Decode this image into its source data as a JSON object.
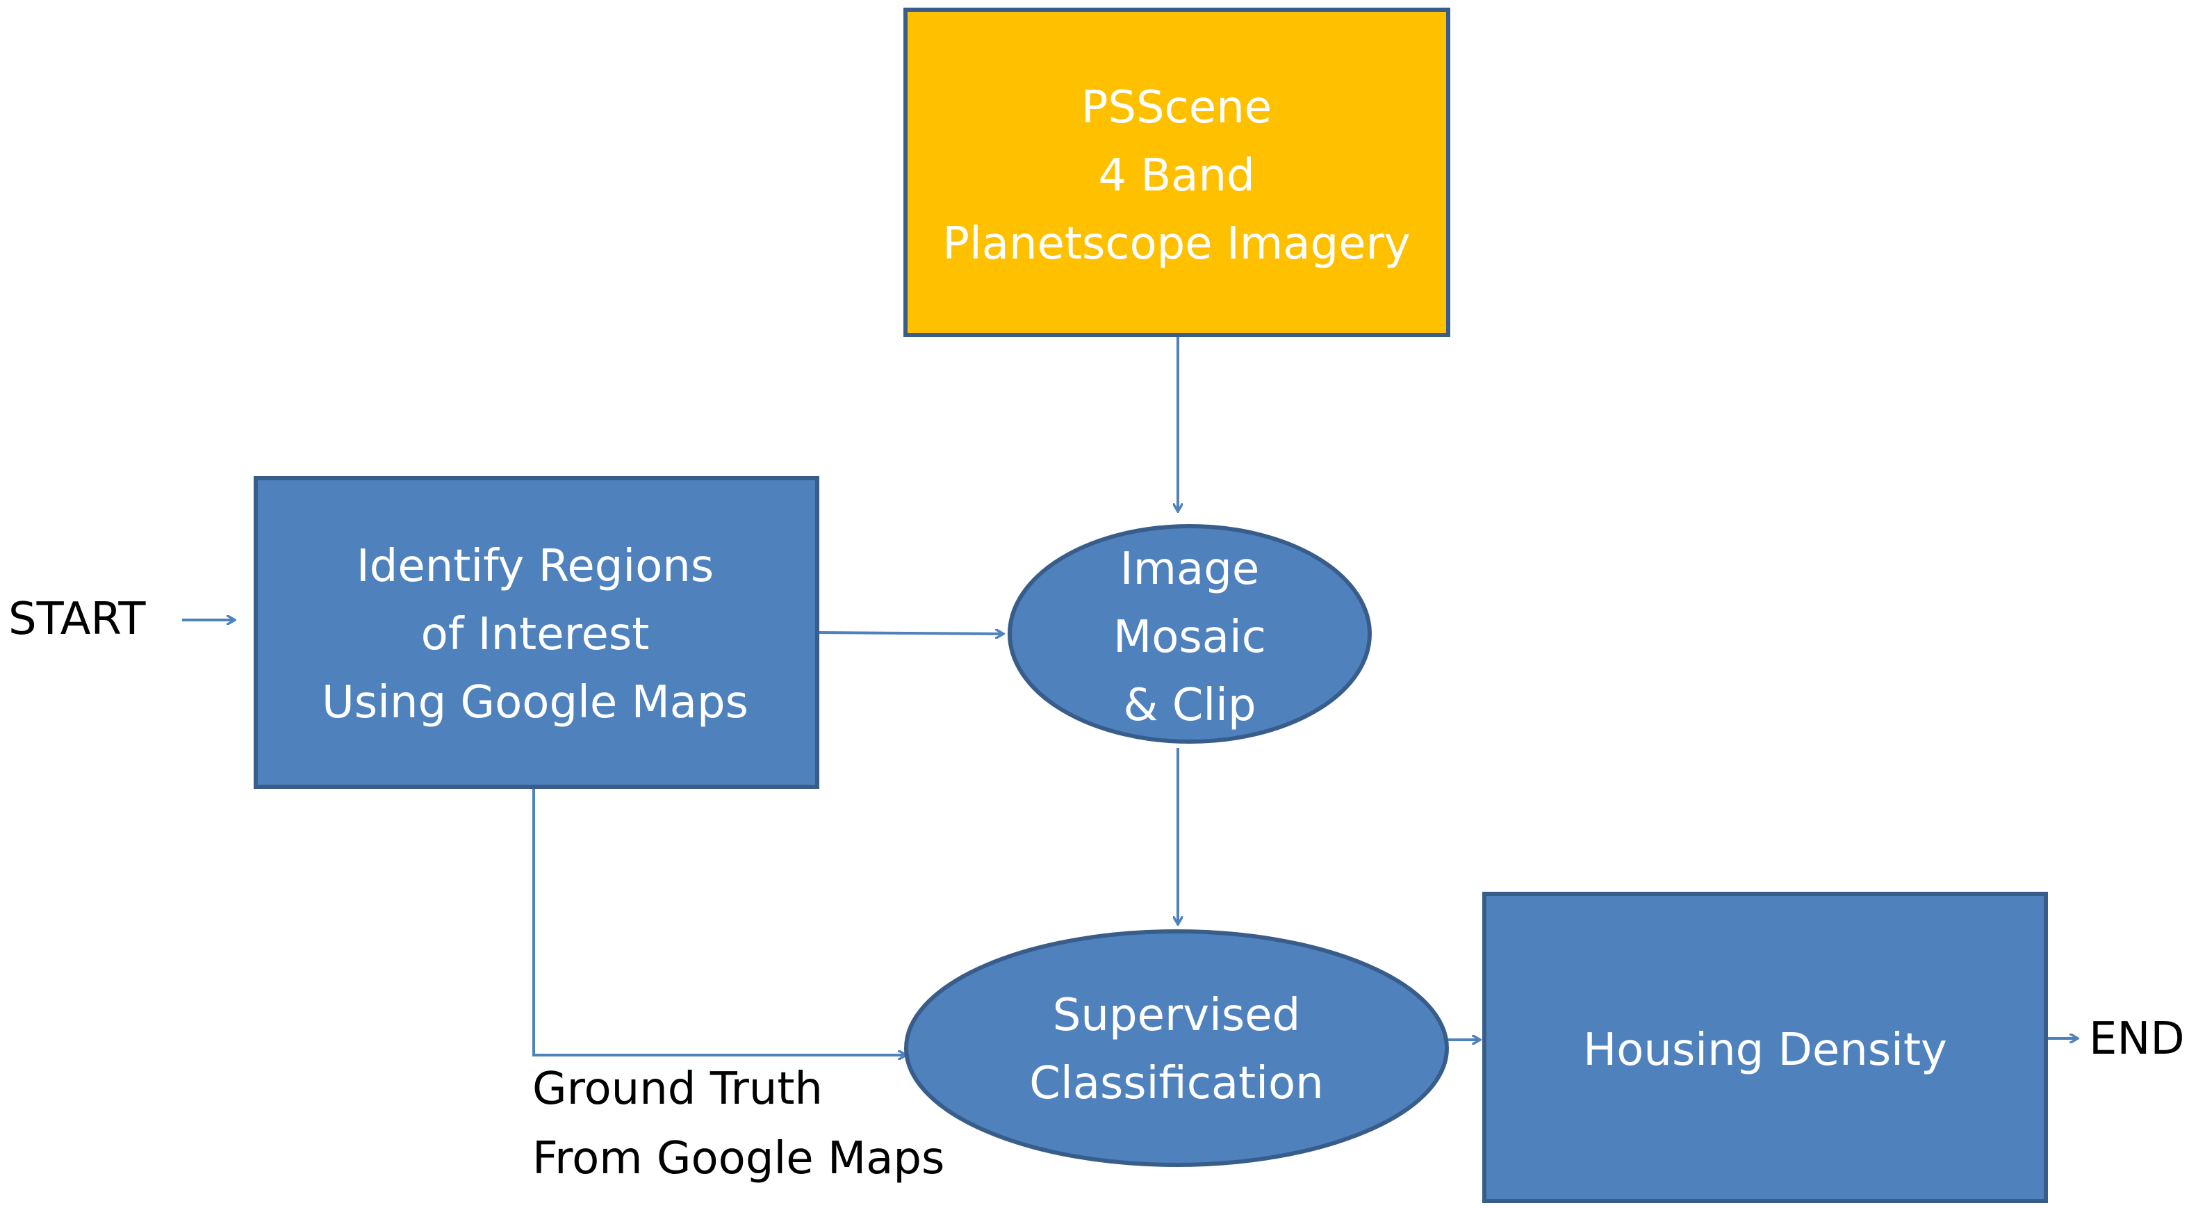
{
  "colors": {
    "background": "#ffffff",
    "blue_fill": "#4f81bd",
    "blue_stroke": "#385d8a",
    "yellow_fill": "#ffc000",
    "yellow_stroke": "#385d8a",
    "arrow": "#4f81bd",
    "node_text": "#ffffff",
    "label_text": "#000000"
  },
  "nodes": {
    "psscene": {
      "shape": "rectangle",
      "lines": [
        "PSScene",
        "4 Band",
        "Planetscope Imagery"
      ]
    },
    "identify": {
      "shape": "rectangle",
      "lines": [
        "Identify Regions",
        "of Interest",
        "Using Google Maps"
      ]
    },
    "mosaic": {
      "shape": "ellipse",
      "lines": [
        "Image",
        "Mosaic",
        "& Clip"
      ]
    },
    "supervised": {
      "shape": "ellipse",
      "lines": [
        "Supervised",
        "Classification"
      ]
    },
    "housing": {
      "shape": "rectangle",
      "lines": [
        "Housing Density"
      ]
    }
  },
  "labels": {
    "start": "START",
    "end": "END",
    "ground_truth": [
      "Ground Truth",
      "From Google Maps"
    ]
  },
  "edges": [
    {
      "from": "start",
      "to": "identify"
    },
    {
      "from": "psscene",
      "to": "mosaic"
    },
    {
      "from": "identify",
      "to": "mosaic"
    },
    {
      "from": "mosaic",
      "to": "supervised"
    },
    {
      "from": "identify",
      "to": "supervised",
      "label": "ground_truth"
    },
    {
      "from": "supervised",
      "to": "housing"
    },
    {
      "from": "housing",
      "to": "end"
    }
  ]
}
